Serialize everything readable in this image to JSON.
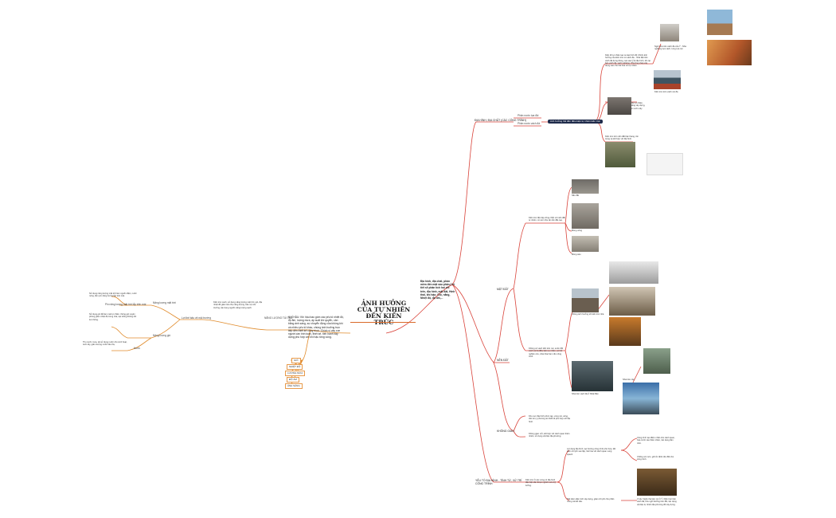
{
  "center": {
    "title": "ẢNH HƯỞNG CỦA TỰ NHIÊN ĐẾN KIẾN TRÚC"
  },
  "colors": {
    "right_branch": "#d9433a",
    "left_branch": "#e08a2a",
    "pill": "#1e2a4a"
  },
  "right": {
    "intro": "Địa hình, địa chất, phần mềm đến mật sáu phân,Chi tiết sẽ phân tích hai chi trên, địa hình, mặt đất, Hình thái, khí hậu: Gió, nắng, Nhiệt độ, độ ẩm,...",
    "branch_dia_hinh": "ĐỊA HÌNH, ĐỊA CHẤT (CÁC CÔNG TRÌNH)",
    "sub_phan_sau": "Phân nước tọa đồi",
    "sub_phan_vach": "Phân nước vách đá",
    "pill_label": "Ảnh hưởng thể đến điều kiện tự nhiên kiến trúc",
    "text_cliff": "Kiến lối tự nhiên tạo ra loại hình độ Chính ảnh hưởng của kiến trúc có vách đá... Nhà đặt trên vách đá dựng đứng, tựa vào tỷ lệ địa hình, tồn tại bên vách đá, vách nghiêng. Phương pháp xây dựng sao cho hài hòa với tự nhiên.",
    "text_cliff_small": "Ngôi nhà trên vách đá của Ý - Nhà nghiêng tựa vách, lưng tựa núi",
    "cap_cliff": "Kiến trúc trên vách núi đá",
    "text_terrain": "Công trình trên nền đất dốc tự nhiên, chỗ san gạt để tạo mặt bằng xây dựng, hài hòa cảnh quan đồi núi vườn cây.",
    "text_terrain2": "Kiến trúc trên nền đất bậc thang, tôn trọng và kết hợp với địa hình.",
    "branch_mat_dat": "MẶT ĐẤT",
    "branch_nen_dat": "NỀN ĐẤT",
    "text_nen": "Kiến trúc độc lập vững chắc với nền đất tự nhiên, có sức chịu tải nền đất cao.",
    "cap_photo1": "Nền đất",
    "cap_photo2": "Móng nông",
    "cap_photo3": "Móng sâu",
    "text_mat": "Không ảnh hưởng tới kiến trúc nhà",
    "text_mat2": "Không có vách dốc trên núi, sườn đồi vách núi là điều kiện tự nhiên, có thể nghiên cứu, khai thác làm nền công trình.",
    "cap_mat2": "Nhà trên vách đá ở Nhật Bản",
    "cap_mat3": "Nhà trên cây",
    "branch_khong_gian": "KHÔNG GIAN",
    "text_kg1": "Khu vực địa hình phức tạp, vùng núi, sông, cần lưu ý phương án thiết kế phù hợp với địa hình.",
    "text_kg2": "Không gian mở, kết hợp với cảnh quan thiên nhiên, sử dụng vật liệu địa phương.",
    "branch_yeu_to": "YẾU TỐ ĐỊA HÌNH - TÍNH TỪ, XỬ TRÍ CÔNG TRÌNH",
    "text_yt_main": "Kiến trúc ở các vùng có địa hình đặc biệt cần được nghiên cứu kỹ lưỡng.",
    "text_yt1": "Lợi dụng địa hình, tạo hướng công trình phù hợp, tiết kiệm chi phí san lấp, hài hòa với cảnh quan xung quanh.",
    "text_yt2": "Tiết kiệm diện tích xây dựng, giảm chi phí cho phần móng và kết cấu.",
    "text_yt3": "Công trình tạo điểm nhấn cho cảnh quan, hòa mình vào thiên nhiên, tận dụng tầm nhìn.",
    "text_yt4": "Chống xói mòn, giữ ổn định nền đất cho công trình.",
    "text_yt5": "Ví dụ: Ngôi nhà trên núi ở Ý, Kiến trúc trên vách đá, khu nghỉ dưỡng trên đồi, tận dụng vật liệu tự nhiên địa phương để xây dựng."
  },
  "left": {
    "intro": "KHÍ HẬU: Khí hậu bao gồm các yếu tố nhiệt độ, độ ẩm, lượng mưa, áp suất khí quyển, cân bằng ánh sáng, sự chuyển động của không khí và nhiều yếu tố khác, chúng ảnh hưởng trực tiếp đến thiết kế công trình. Chính vì vậy con người cần tính toán, thiết kế, tiến hành xây dựng phù hợp với khí hậu từng vùng.",
    "branch_nang_luong": "NĂNG LƯỢNG TÁI TẠO",
    "text_nl": "Kiến trúc xanh, sử dụng năng lượng mặt trời, gió, địa nhiệt để giảm tiêu thụ năng lượng, bảo vệ môi trường, tận dụng nguồn năng lượng sạch.",
    "branch_bao_ve": "Lợi thế bảo vệ môi trường",
    "sub_mat_troi": "Năng lượng mặt trời",
    "text_mt": "Sử dụng năng lượng mặt trời làm nguồn điện, nước nóng, tấm pin năng lượng lắp trên mái.",
    "sub_pin": "Pin năng lượng mặt trời lắp trên mái",
    "sub_gio": "Năng lượng gió",
    "text_gio": "Sử dụng gió để làm mát tự nhiên, thông gió xuyên phòng giảm nhiệt độ trong nhà, tạo luồng không khí lưu thông.",
    "sub_nuoc": "Nước",
    "text_nuoc": "Thu nước mưa, tái sử dụng nước cho sinh hoạt, tưới cây, giảm lượng nước tiêu thụ.",
    "items": [
      "GIÓ",
      "NHIỆT ĐỘ",
      "LƯỢNG MƯA",
      "ĐỘ ẨM",
      "ÁNH SÁNG"
    ]
  }
}
